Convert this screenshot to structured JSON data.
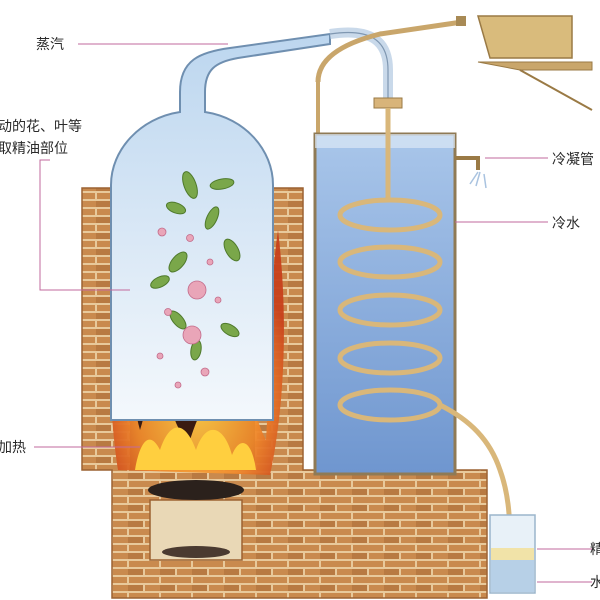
{
  "labels": {
    "steam": "蒸汽",
    "plant_parts_line1": "动的花、叶等",
    "plant_parts_line2": "取精油部位",
    "condenser": "冷凝管",
    "cold_water": "冷水",
    "heating": "加热",
    "oil_partial": "精",
    "water_partial": "水"
  },
  "colors": {
    "brick": "#c98a4e",
    "brick_dark": "#9c6232",
    "mortar": "#e8c99b",
    "glass": "#cfe2f3",
    "water": "#8fb3e0",
    "copper": "#c9a66b",
    "flame": "#e8642a",
    "leader": "#c26a9c"
  },
  "icons": [
    "leaf-icon",
    "flower-icon",
    "flame-icon",
    "coil-icon",
    "faucet-icon"
  ]
}
